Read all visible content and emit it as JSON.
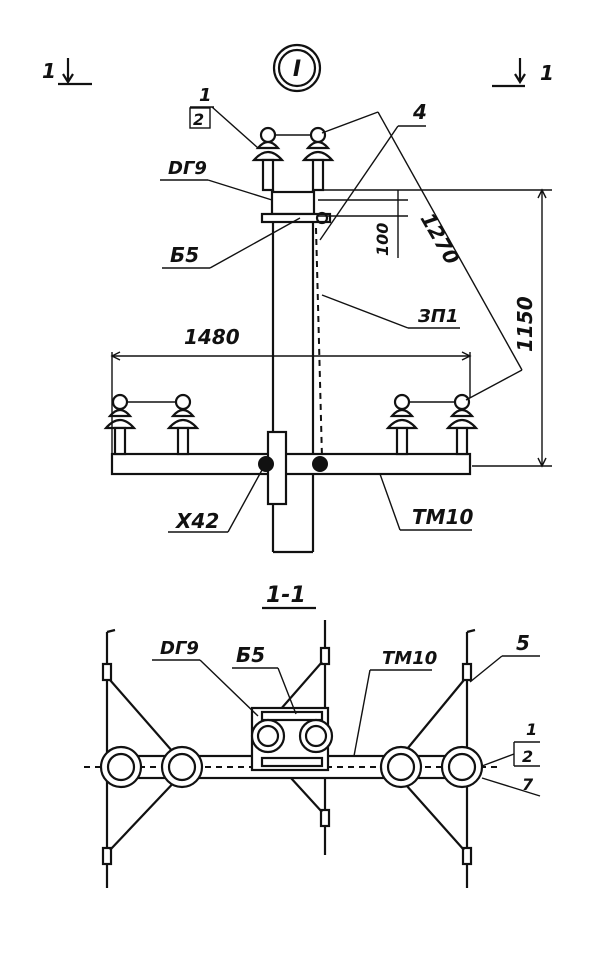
{
  "view_marker": "I",
  "section_marks": {
    "left": "1",
    "right": "1"
  },
  "elevation": {
    "callout_top": {
      "top": "1",
      "bottom": "2"
    },
    "label_dg9": "DГ9",
    "label_b5": "Б5",
    "label_4": "4",
    "label_zp1": "ЗП1",
    "label_x42": "Х42",
    "label_tm10": "ТМ10",
    "dim_1480": "1480",
    "dim_1150": "1150",
    "dim_1270": "1270",
    "dim_100": "100"
  },
  "section": {
    "title": "1-1",
    "label_dg9": "DГ9",
    "label_b5": "Б5",
    "label_tm10": "ТМ10",
    "label_5": "5",
    "callout_right": {
      "top": "1",
      "middle": "2",
      "bottom": "7"
    }
  }
}
